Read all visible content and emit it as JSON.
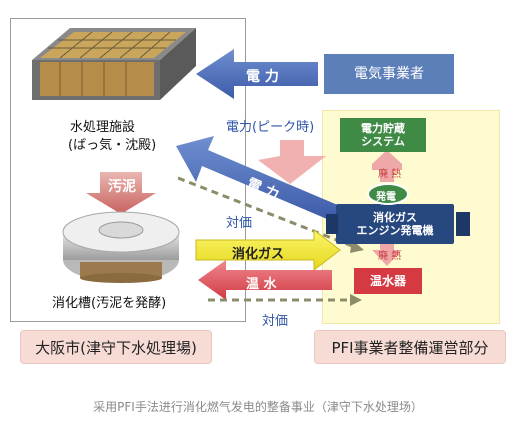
{
  "facility": {
    "treatment_name": "水処理施設",
    "treatment_sub": "(ばっ気・沈殿)",
    "sludge": "汚泥",
    "digester": "消化槽(汚泥を発酵)",
    "city": "大阪市(津守下水処理場)"
  },
  "pfi": {
    "storage": [
      "電力貯蔵",
      "システム"
    ],
    "waste_heat_top": "廃 熱",
    "generation": "発電",
    "engine": [
      "消化ガス",
      "エンジン発電機"
    ],
    "waste_heat_bottom": "廃 熱",
    "heater": "温水器",
    "tag": "PFI事業者整備運営部分"
  },
  "utility": {
    "name": "電気事業者"
  },
  "flows": {
    "power_from_utility": "電 力",
    "power_peak": "電力(ピーク時)",
    "power_sale": "電 力",
    "payment_top": "対価",
    "digestion_gas": "消化ガス",
    "hot_water": "温 水",
    "payment_bottom": "対価"
  },
  "caption": "采用PFI手法进行消化燃气发电的整备事业（津守下水处理场）",
  "colors": {
    "blue": "#4a68b4",
    "utility_blue": "#5d7fb9",
    "green": "#3f8a44",
    "navy": "#27477f",
    "red": "#d53a43",
    "yellow": "#f5ec2f",
    "pink": "#efa8a8",
    "pfi_bg": "#fffbd0",
    "tag_bg": "#f7dcd6"
  }
}
